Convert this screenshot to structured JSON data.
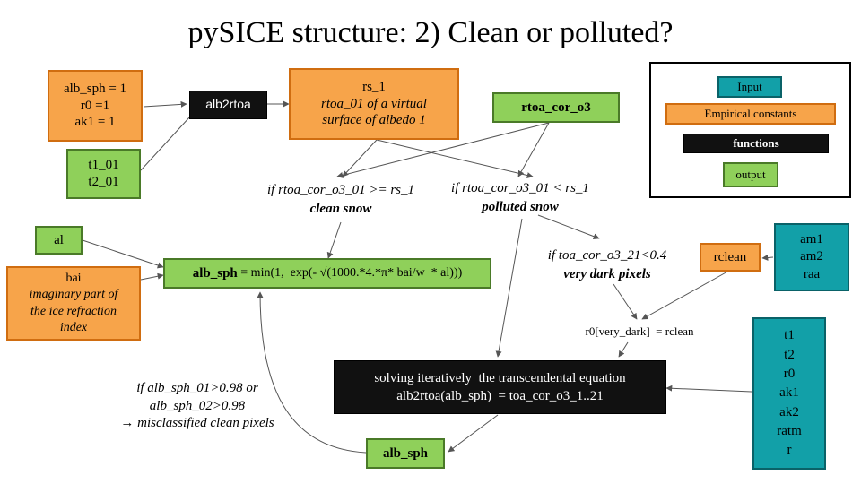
{
  "title": "pySICE  structure: 2) Clean or polluted?",
  "legend": {
    "input": "Input",
    "constants": "Empirical  constants",
    "functions": "functions",
    "output": "output"
  },
  "consts_box": [
    "alb_sph = 1",
    "r0 =1",
    "ak1 = 1"
  ],
  "t_box": [
    "t1_01",
    "t2_01"
  ],
  "alb2rtoa": "alb2rtoa",
  "rs_box": {
    "line1": "rs_1",
    "line2": "rtoa_01 of a virtual",
    "line3": "surface of albedo 1"
  },
  "rtoa_cor": "rtoa_cor_o3",
  "clean_cond": {
    "cond": "if rtoa_cor_o3_01 >= rs_1",
    "label": "clean snow"
  },
  "polluted_cond": {
    "cond": "if rtoa_cor_o3_01 < rs_1",
    "label": "polluted snow"
  },
  "al_box": "al",
  "bai_box": {
    "line1": "bai",
    "line2": "imaginary part of",
    "line3": "the ice refraction",
    "line4": "index"
  },
  "formula": {
    "var": "alb_sph",
    "expr": " = min(1,  exp(- √(1000.*4.*π* bai/w  * al)))"
  },
  "dark_cond": {
    "cond": "if toa_cor_o3_21<0.4",
    "label": "very dark pixels"
  },
  "rclean_box": "rclean",
  "am_box": [
    "am1",
    "am2",
    "raa"
  ],
  "r0_assign": "r0[very_dark]  = rclean",
  "t_list_box": [
    "t1",
    "t2",
    "r0",
    "ak1",
    "ak2",
    "ratm",
    "r"
  ],
  "solving": {
    "line1": "solving iteratively  the transcendental equation",
    "line2": "alb2rtoa(alb_sph)  = toa_cor_o3_1..21"
  },
  "misclass": {
    "line1": "if alb_sph_01>0.98 or",
    "line2": "alb_sph_02>0.98",
    "line3": "→ misclassified clean pixels"
  },
  "alb_sph_out": "alb_sph"
}
